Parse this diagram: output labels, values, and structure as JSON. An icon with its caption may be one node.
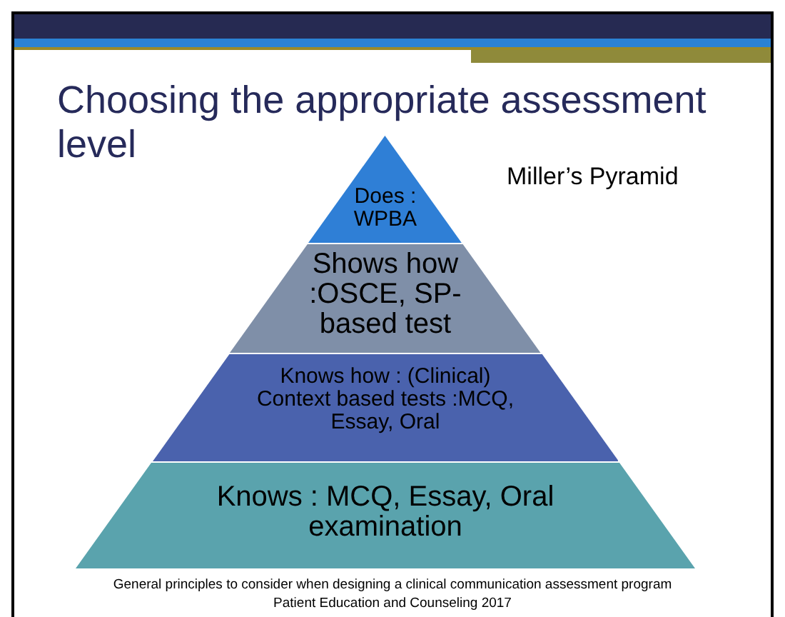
{
  "diagram": {
    "title": "Choosing the appropriate assessment level",
    "nodes": [
      {
        "text": [
          "Does : WPBA"
        ]
      },
      {
        "text": [
          "Shows how :OSCE, SP-based test"
        ]
      },
      {
        "text": [
          "Knows how : (Clinical) Context based tests :MCQ, Essay, Oral"
        ]
      },
      {
        "text": [
          "Knows : MCQ, Essay, Oral examination"
        ]
      }
    ],
    "labels": [
      "Miller’s Pyramid",
      "General principles to consider when designing a clinical communication assessment program",
      "Patient Education and Counseling 2017"
    ]
  }
}
